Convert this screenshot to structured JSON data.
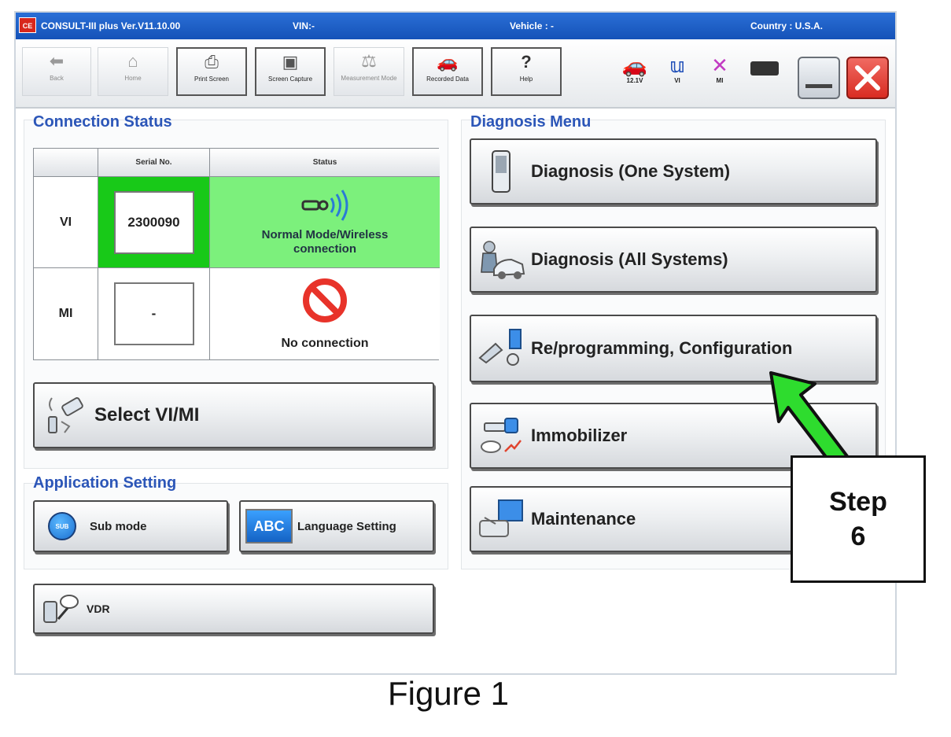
{
  "titlebar": {
    "logo": "CE",
    "app": "CONSULT-III plus Ver.V11.10.00",
    "vin": "VIN:-",
    "vehicle": "Vehicle : -",
    "country": "Country : U.S.A."
  },
  "toolbar": {
    "buttons": [
      {
        "label": "Back",
        "icon": "back-arrow-icon",
        "enabled": false
      },
      {
        "label": "Home",
        "icon": "home-icon",
        "enabled": false
      },
      {
        "label": "Print Screen",
        "icon": "printer-icon",
        "enabled": true
      },
      {
        "label": "Screen Capture",
        "icon": "camera-icon",
        "enabled": true
      },
      {
        "label": "Measurement Mode",
        "icon": "measurement-icon",
        "enabled": false
      },
      {
        "label": "Recorded Data",
        "icon": "recorded-data-icon",
        "enabled": true
      },
      {
        "label": "Help",
        "icon": "help-icon",
        "enabled": true
      }
    ],
    "status": {
      "battery_label": "12.1V",
      "vi_label": "VI",
      "mi_label": "MI"
    }
  },
  "connection_status": {
    "title": "Connection Status",
    "headers": {
      "serial": "Serial No.",
      "status": "Status"
    },
    "rows": [
      {
        "label": "VI",
        "serial": "2300090",
        "status": "Normal Mode/Wireless connection",
        "connected": true
      },
      {
        "label": "MI",
        "serial": "-",
        "status": "No connection",
        "connected": false
      }
    ],
    "select_button": "Select VI/MI"
  },
  "application_setting": {
    "title": "Application Setting",
    "sub_mode": "Sub mode",
    "sub_mode_icon_text": "SUB",
    "language": "Language Setting",
    "language_icon_text": "ABC",
    "vdr": "VDR"
  },
  "diagnosis_menu": {
    "title": "Diagnosis Menu",
    "items": [
      {
        "label": "Diagnosis (One System)",
        "icon": "handheld-device-icon"
      },
      {
        "label": "Diagnosis (All Systems)",
        "icon": "mechanic-car-icon"
      },
      {
        "label": "Re/programming, Configuration",
        "icon": "reprogramming-icon"
      },
      {
        "label": "Immobilizer",
        "icon": "key-icon"
      },
      {
        "label": "Maintenance",
        "icon": "maintenance-icon"
      }
    ]
  },
  "annotation": {
    "step_word": "Step",
    "step_number": "6",
    "arrow_color": "#2edc2e"
  },
  "caption": "Figure 1",
  "colors": {
    "titlebar": "#1552b8",
    "group_title": "#2c56b8",
    "connected_green": "#7cf07c",
    "serial_green": "#18c918",
    "close_red": "#e8403a"
  }
}
